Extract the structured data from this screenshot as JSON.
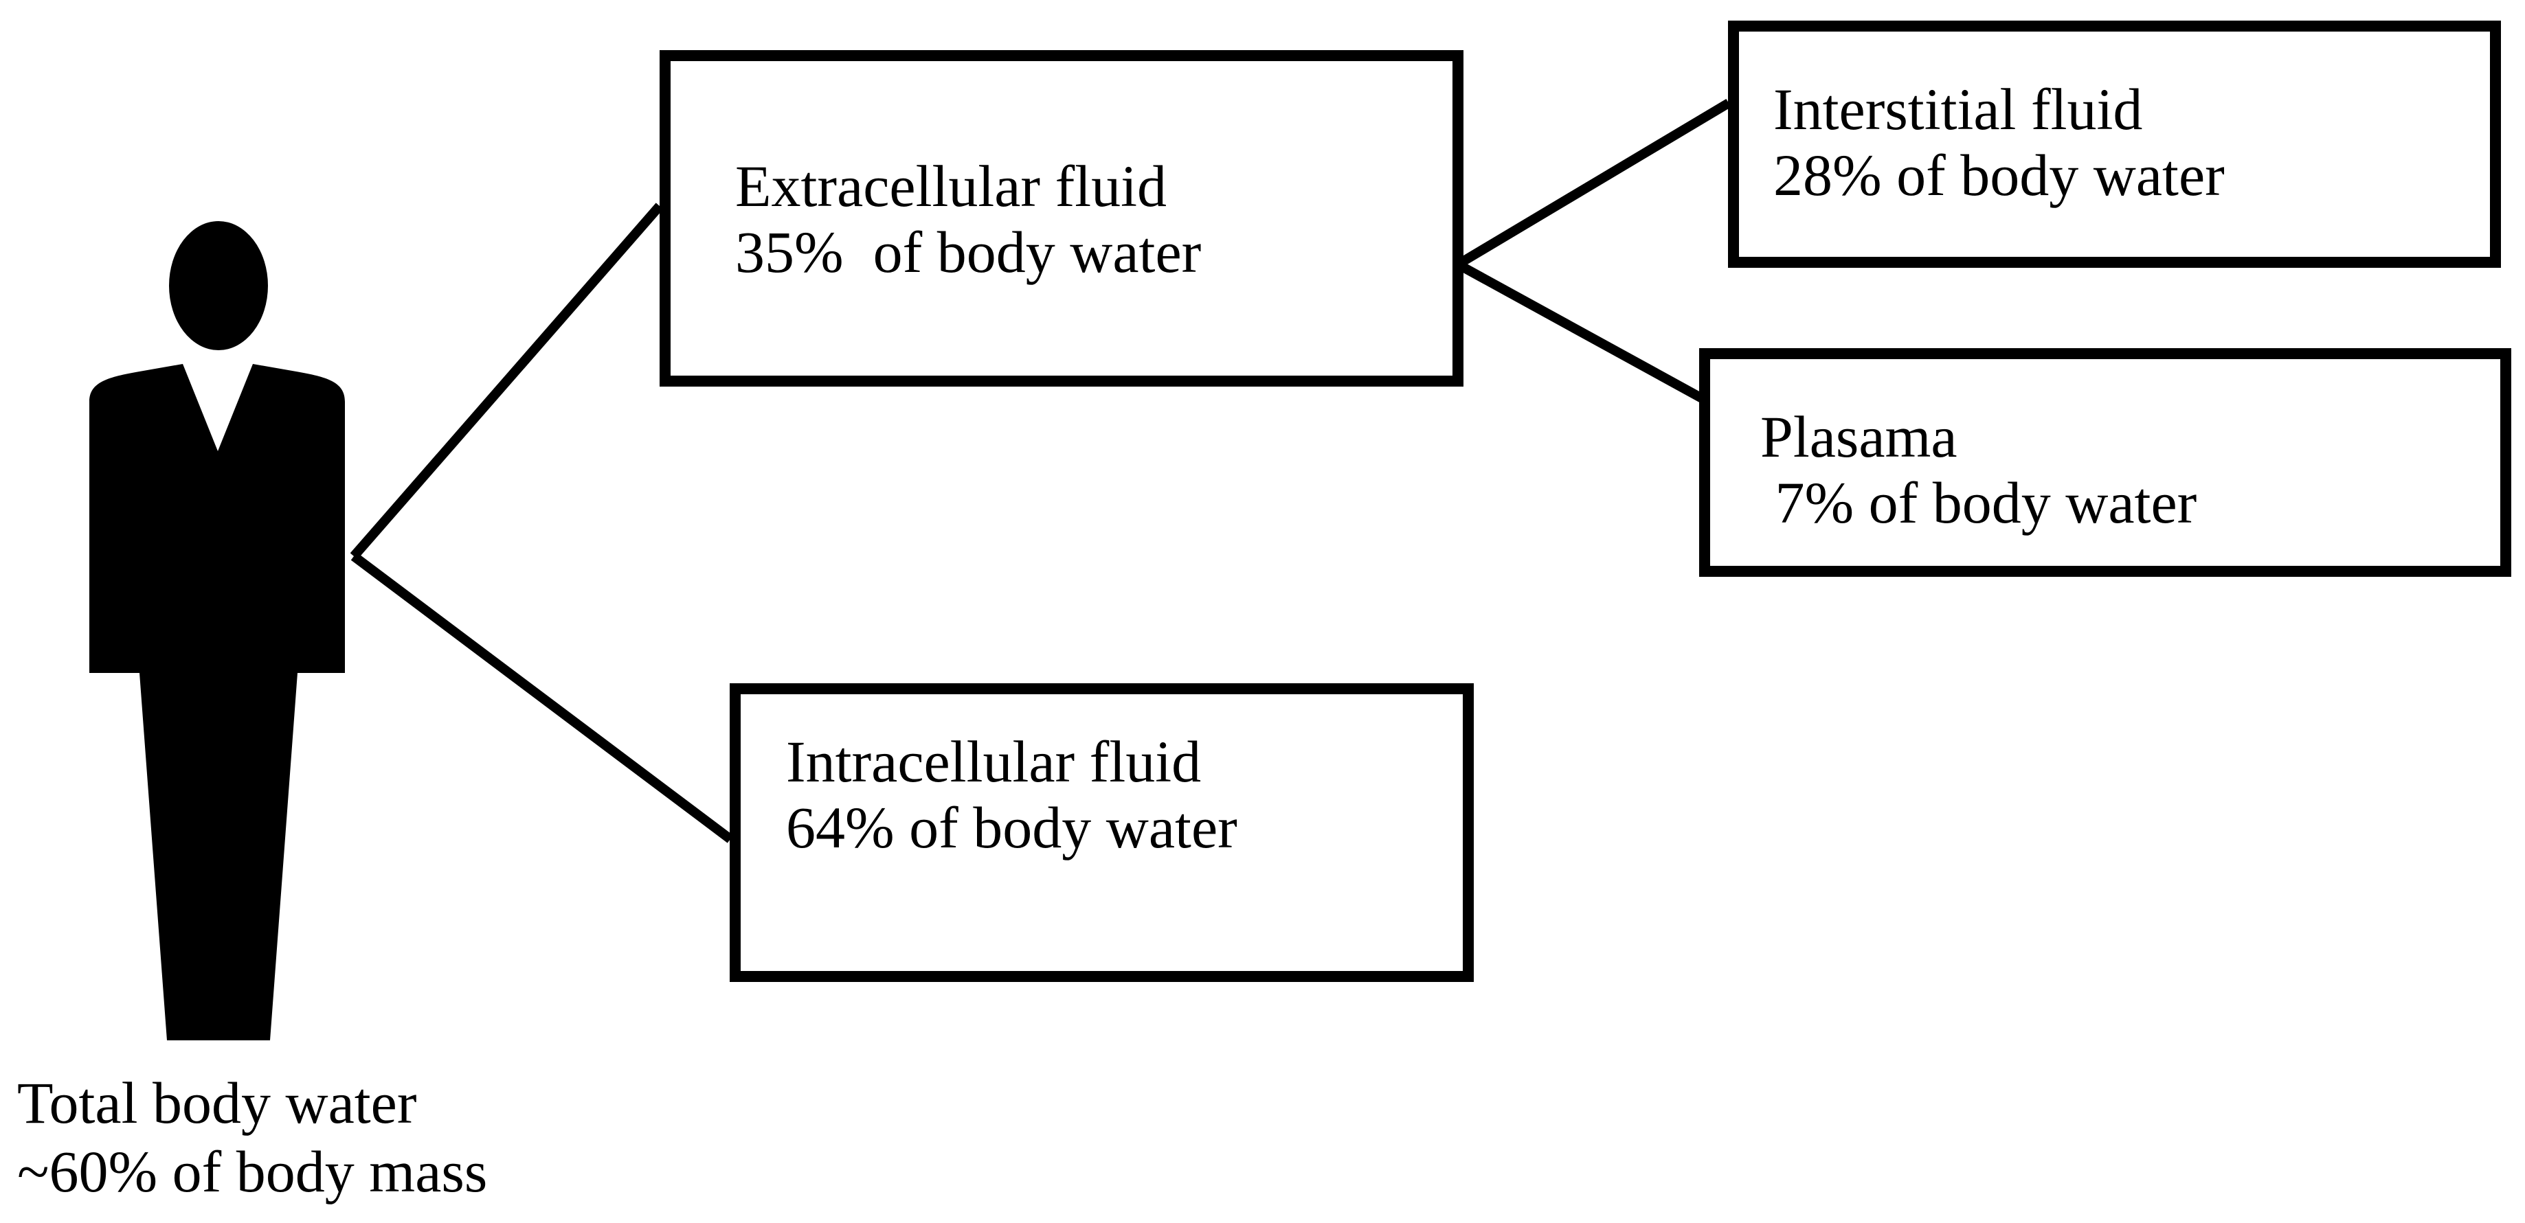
{
  "diagram": {
    "person": {
      "icon": "person-silhouette",
      "label_line1": "Total body water",
      "label_line2": "~60% of body mass"
    },
    "nodes": {
      "extracellular": {
        "line1": "Extracellular fluid",
        "line2": "35%  of body water"
      },
      "interstitial": {
        "line1": "Interstitial fluid",
        "line2": "28% of body water"
      },
      "plasma": {
        "line1": "Plasama",
        "line2": " 7% of body water"
      },
      "intracellular": {
        "line1": "Intracellular fluid",
        "line2": "64% of body water"
      }
    },
    "colors": {
      "ink": "#000000",
      "background": "#ffffff",
      "box_fill": "#ffffff"
    }
  }
}
